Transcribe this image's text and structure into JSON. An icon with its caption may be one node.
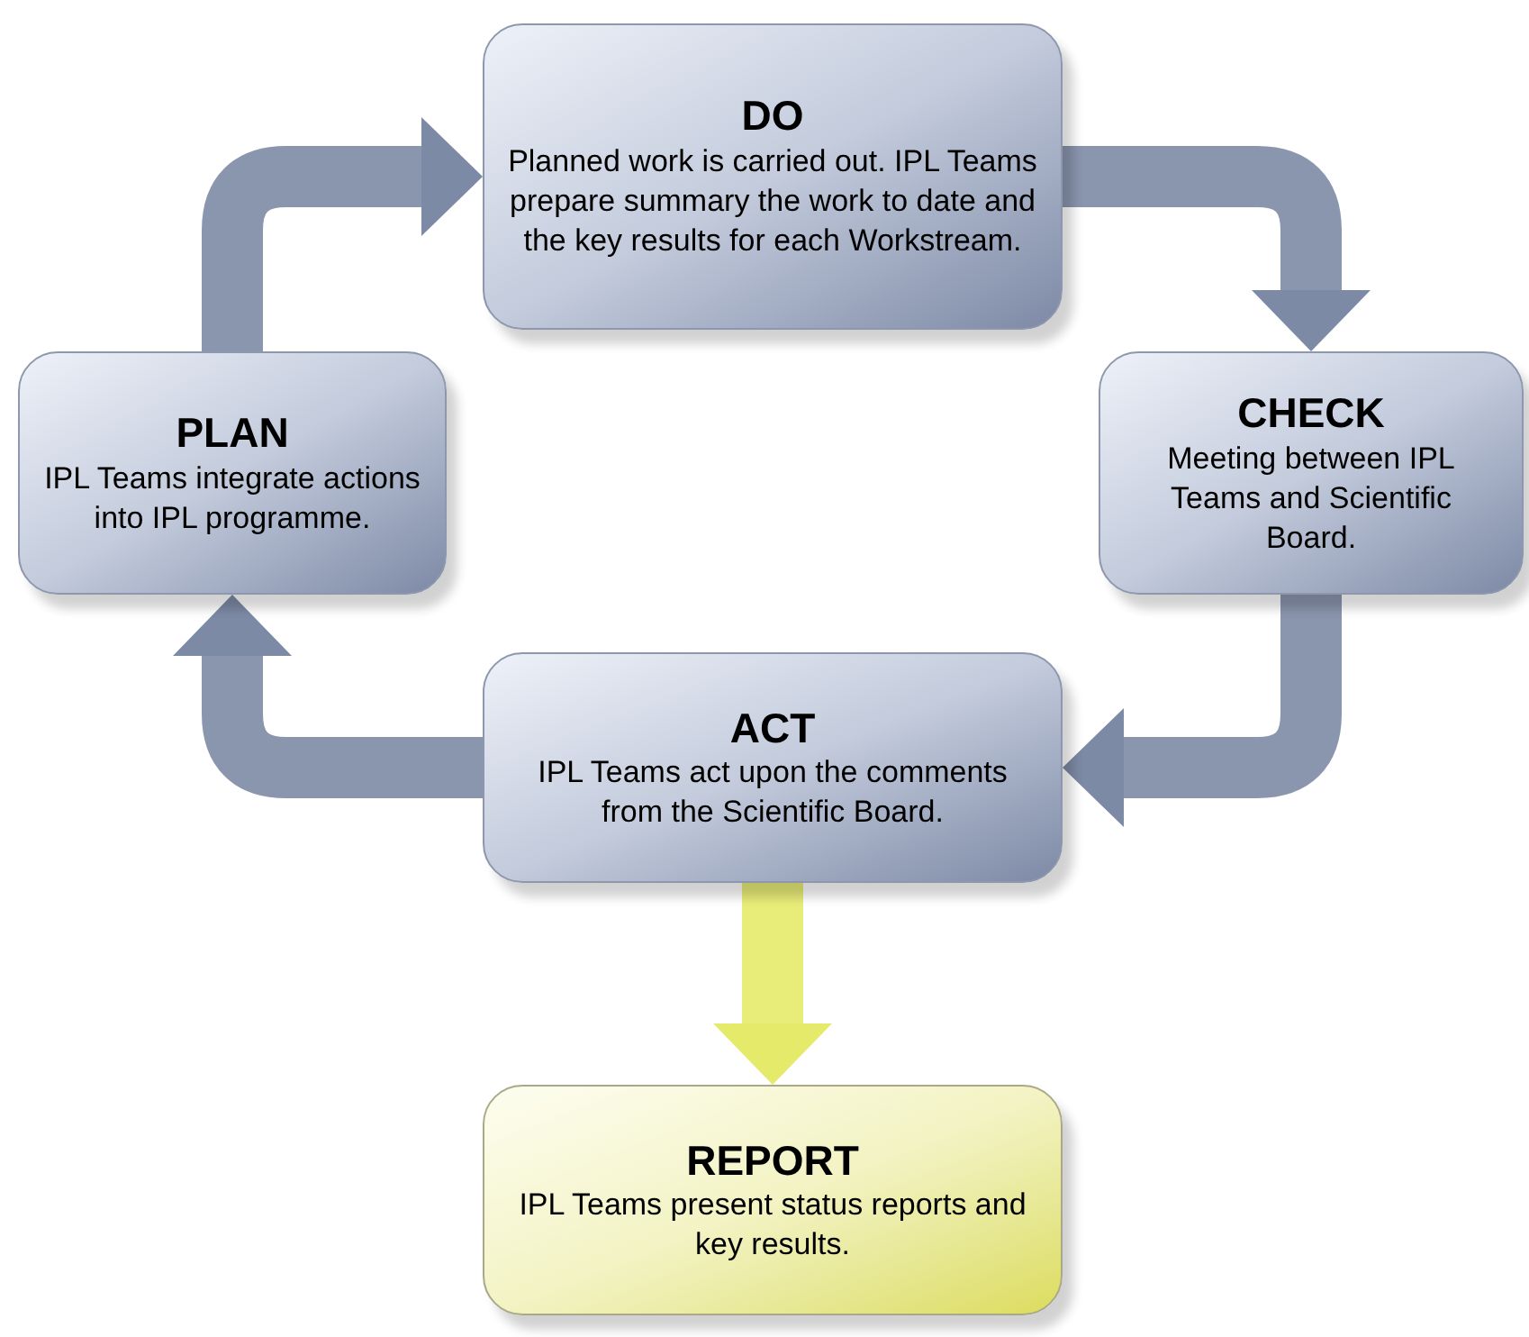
{
  "diagram": {
    "nodes": [
      {
        "text": [
          "DO",
          "Planned work is carried out. IPL Teams prepare summary the work to date and the key results for each Workstream."
        ]
      },
      {
        "text": [
          "PLAN",
          "IPL Teams integrate actions into IPL programme."
        ]
      },
      {
        "text": [
          "CHECK",
          "Meeting between IPL Teams and Scientific Board."
        ]
      },
      {
        "text": [
          "ACT",
          "IPL Teams act upon the comments from the Scientific Board."
        ]
      },
      {
        "text": [
          "REPORT",
          "IPL Teams present status reports and key results."
        ]
      }
    ],
    "edges": [
      {
        "from": 1,
        "to": 0,
        "arrow": "to"
      },
      {
        "from": 0,
        "to": 2,
        "arrow": "to"
      },
      {
        "from": 2,
        "to": 3,
        "arrow": "to"
      },
      {
        "from": 3,
        "to": 1,
        "arrow": "to"
      },
      {
        "from": 3,
        "to": 4,
        "arrow": "to",
        "color": "#e6ea6a"
      }
    ]
  }
}
